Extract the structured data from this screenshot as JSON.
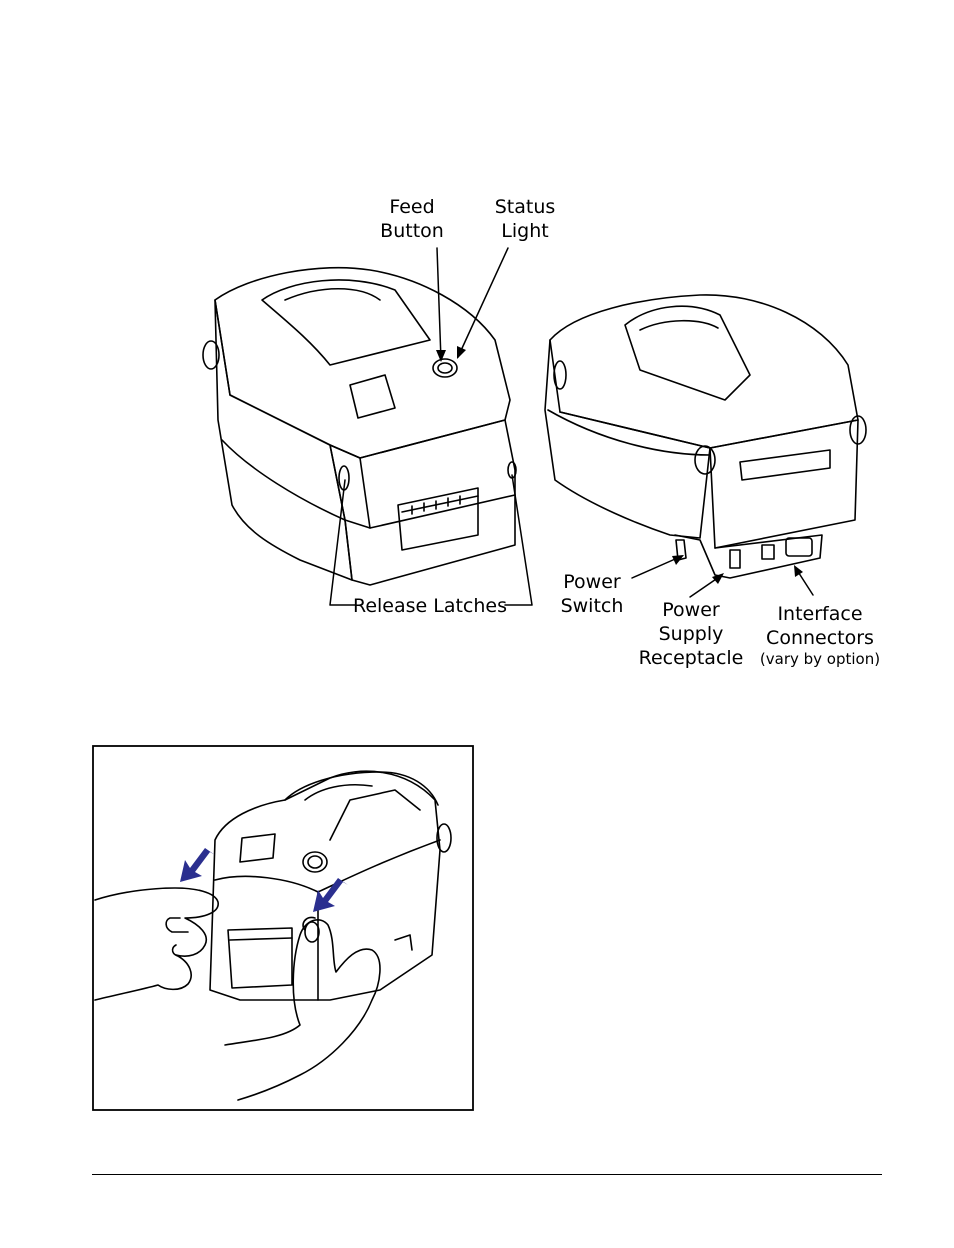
{
  "diagram": {
    "callouts": {
      "feed_button": [
        "Feed",
        "Button"
      ],
      "status_light": [
        "Status",
        "Light"
      ],
      "release_latches": "Release Latches",
      "power_switch": [
        "Power",
        "Switch"
      ],
      "power_supply_receptacle": [
        "Power",
        "Supply",
        "Receptacle"
      ],
      "interface_connectors": [
        "Interface",
        "Connectors"
      ],
      "interface_note": "(vary by option)"
    }
  },
  "colors": {
    "line": "#000000",
    "paper": "#ffffff",
    "arrow_accent": "#2b2f8f"
  }
}
